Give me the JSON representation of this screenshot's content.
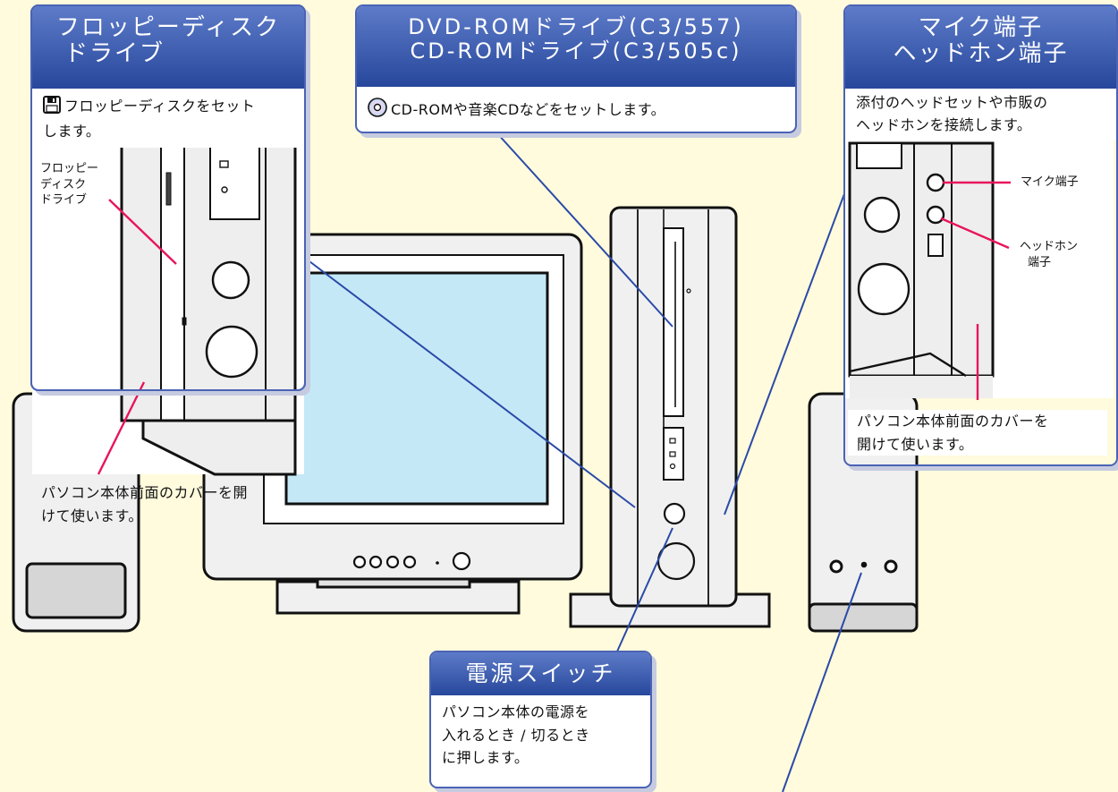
{
  "floppy": {
    "title_line1": "フロッピーディスク",
    "title_line2": "ドライブ",
    "desc": "フロッピーディスクをセットします。",
    "desc_line1": "フロッピーディスクをセット",
    "desc_line2": "します。",
    "label_line1": "フロッピー",
    "label_line2": "ディスク",
    "label_line3": "ドライブ",
    "note_line1": "パソコン本体前面のカバーを開",
    "note_line2": "けて使います。"
  },
  "dvd": {
    "title_line1": "DVD-ROMドライブ(C3/557)",
    "title_line2": "CD-ROMドライブ(C3/505c)",
    "desc": "CD-ROMや音楽CDなどをセットします。"
  },
  "jack": {
    "title_line1": "マイク端子",
    "title_line2": "ヘッドホン端子",
    "desc_line1": "添付のヘッドセットや市販の",
    "desc_line2": "ヘッドホンを接続します。",
    "mic_label": "マイク端子",
    "hp_label_line1": "ヘッドホン",
    "hp_label_line2": "端子",
    "note_line1": "パソコン本体前面のカバーを",
    "note_line2": "開けて使います。"
  },
  "power": {
    "title": "電源スイッチ",
    "desc_line1": "パソコン本体の電源を",
    "desc_line2": "入れるとき / 切るとき",
    "desc_line3": "に押します。"
  },
  "icons": [
    "floppy-disk-icon",
    "cd-disc-icon"
  ],
  "colors": {
    "background": "#fffbdc",
    "header_blue": "#27479c",
    "callout_border": "#4a63b5",
    "leader_red": "#e8155a",
    "leader_blue": "#2a4aa8",
    "screen_blue": "#c4e8f6",
    "device_gray": "#f0f0f0"
  }
}
